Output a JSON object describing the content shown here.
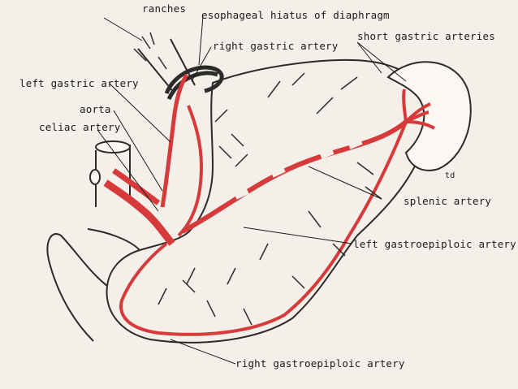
{
  "labels": {
    "branches": "ranches",
    "esophageal_hiatus": "esophageal hiatus of diaphragm",
    "right_gastric": "right gastric artery",
    "short_gastric": "short gastric arteries",
    "left_gastric": "left gastric artery",
    "aorta": "aorta",
    "celiac": "celiac artery",
    "splenic": "splenic artery",
    "left_gastroepiploic": "left gastroepiploic artery",
    "right_gastroepiploic": "right gastroepiploic artery",
    "signature": "td"
  },
  "colors": {
    "artery": "#d63a3a",
    "outline": "#2b2b2b",
    "background": "#f4efe8"
  }
}
